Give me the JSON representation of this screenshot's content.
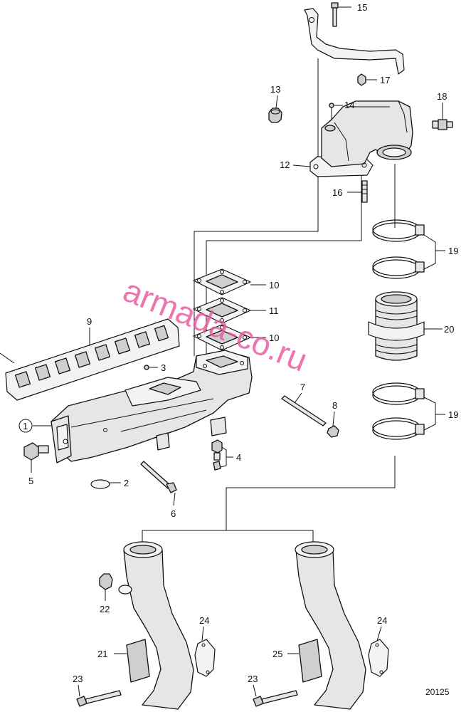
{
  "callouts": {
    "c1": "1",
    "c2": "2",
    "c3": "3",
    "c4": "4",
    "c5": "5",
    "c6": "6",
    "c7": "7",
    "c8": "8",
    "c9": "9",
    "c10a": "10",
    "c10b": "10",
    "c11": "11",
    "c12": "12",
    "c13": "13",
    "c14": "14",
    "c15": "15",
    "c16": "16",
    "c17": "17",
    "c18": "18",
    "c19a": "19",
    "c19b": "19",
    "c20": "20",
    "c21": "21",
    "c22": "22",
    "c23a": "23",
    "c23b": "23",
    "c24a": "24",
    "c24b": "24",
    "c25": "25"
  },
  "reference_number": "20125",
  "watermark": {
    "text": "armada-co.ru",
    "color": "#e8579f"
  },
  "colors": {
    "line": "#111111",
    "part_fill": "#e6e6e6",
    "background": "#ffffff"
  }
}
